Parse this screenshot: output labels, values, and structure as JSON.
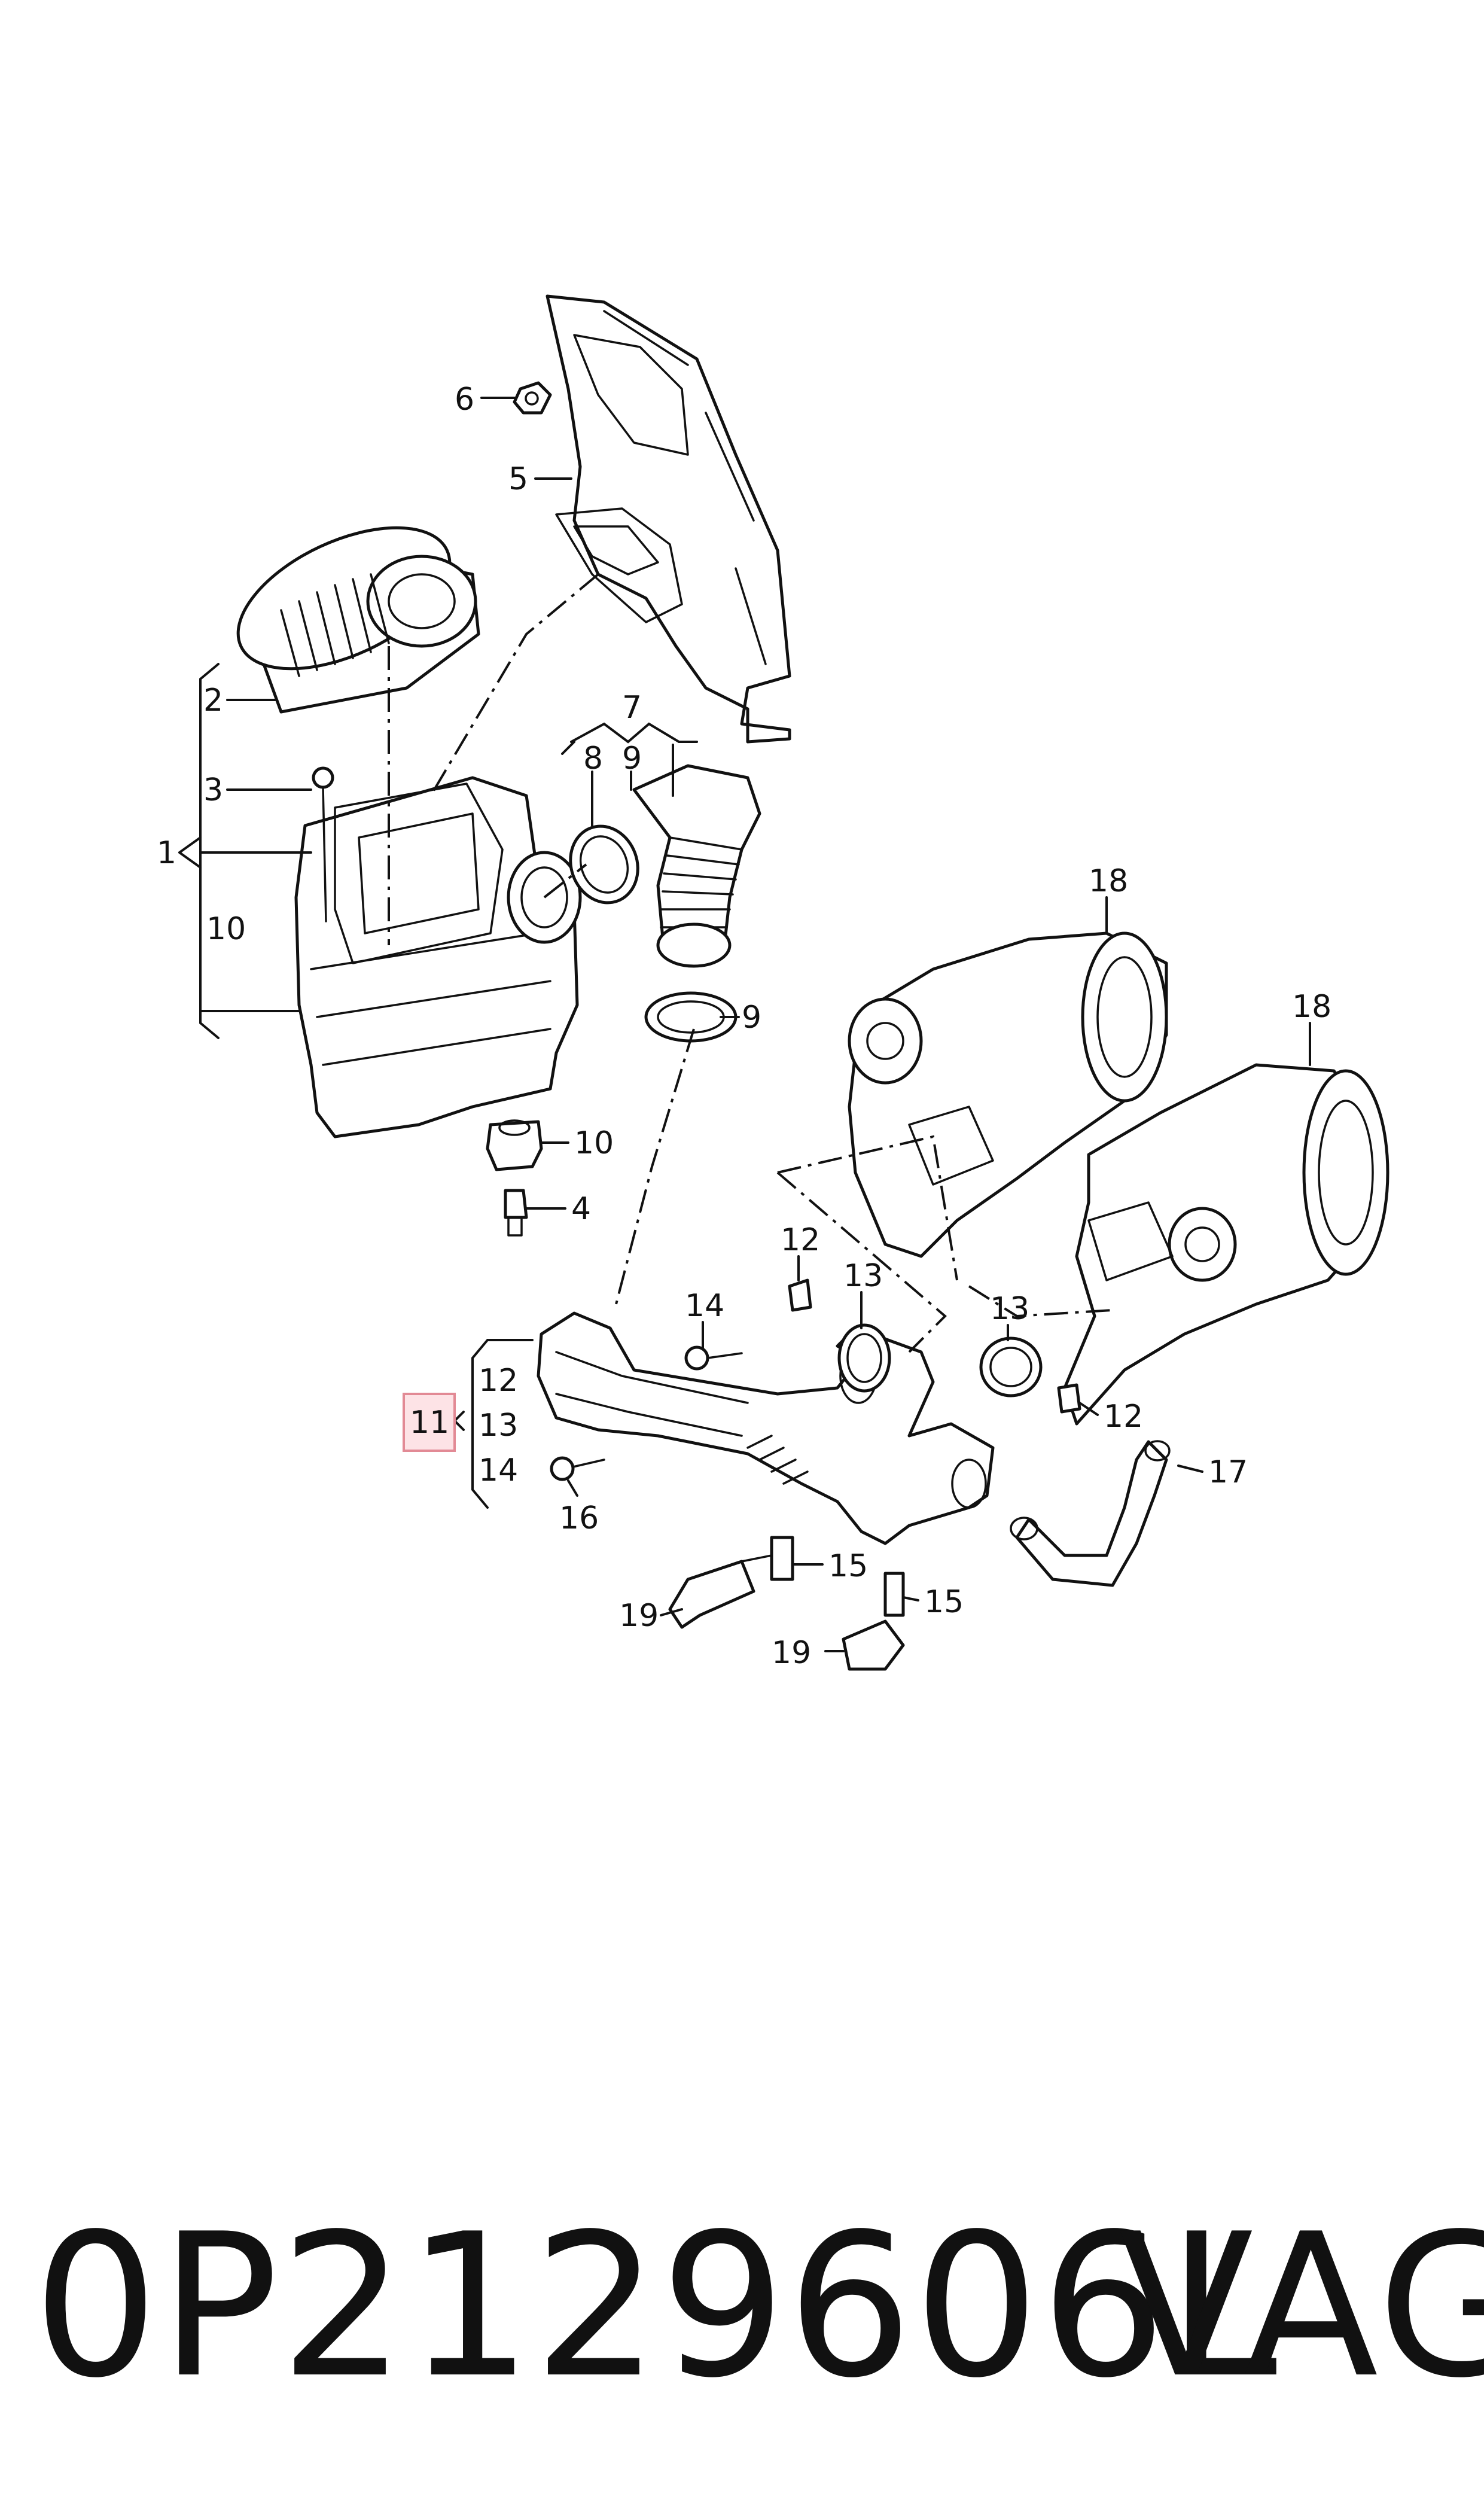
{
  "callouts": {
    "c1": "1",
    "c2": "2",
    "c3": "3",
    "c4": "4",
    "c5": "5",
    "c6": "6",
    "c7": "7",
    "c8": "8",
    "c9a": "9",
    "c9b": "9",
    "c10a": "10",
    "c10b": "10",
    "c11": "11",
    "c12a": "12",
    "c12b": "12",
    "c12c": "12",
    "c13a": "13",
    "c13b": "13",
    "c13c": "13",
    "c14a": "14",
    "c14b": "14",
    "c15a": "15",
    "c15b": "15",
    "c16": "16",
    "c17": "17",
    "c18a": "18",
    "c18b": "18",
    "c19a": "19",
    "c19b": "19"
  },
  "highlight_color": "#fde3e6",
  "footer": {
    "part_number": "0P2129606L",
    "brand": "VAG"
  }
}
